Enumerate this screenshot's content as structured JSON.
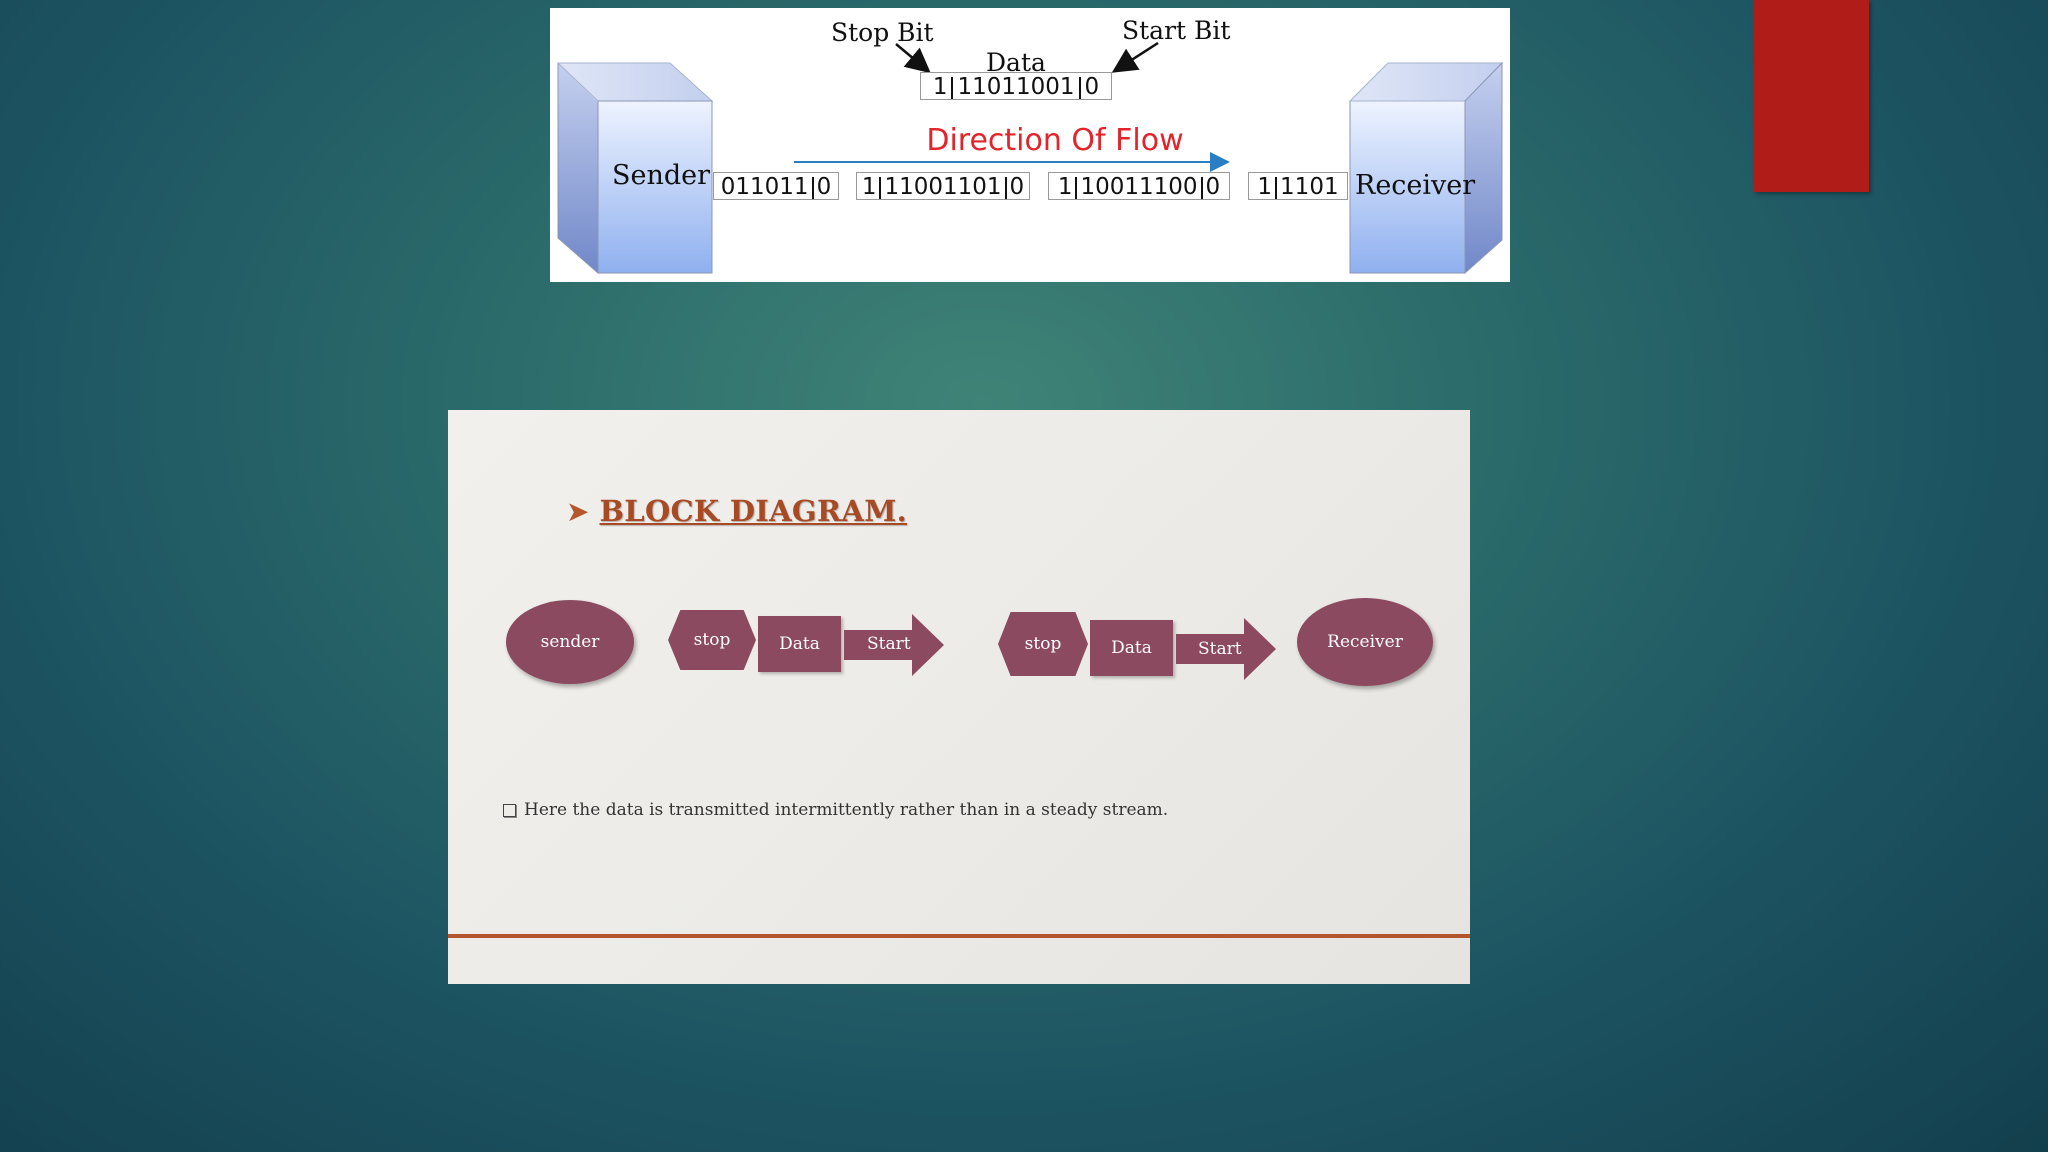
{
  "colors": {
    "background": "#1f5c63",
    "accent": "#b01c17",
    "flow_text": "#e3242b",
    "shape_fill": "#8c4a61",
    "heading": "#a84a23"
  },
  "top_diagram": {
    "stop_bit_label": "Stop Bit",
    "start_bit_label": "Start Bit",
    "data_label": "Data",
    "sample_frame": {
      "stop": "1",
      "data": "11011001",
      "start": "0"
    },
    "direction_label": "Direction Of Flow",
    "sender_label": "Sender",
    "receiver_label": "Receiver",
    "frames": [
      {
        "stop": "",
        "data": "011011",
        "start": "0"
      },
      {
        "stop": "1",
        "data": "11001101",
        "start": "0"
      },
      {
        "stop": "1",
        "data": "10011100",
        "start": "0"
      },
      {
        "stop": "1",
        "data": "1101",
        "start": ""
      }
    ]
  },
  "block_diagram": {
    "heading": "BLOCK DIAGRAM.",
    "sender": "sender",
    "receiver": "Receiver",
    "groups": [
      {
        "stop": "stop",
        "data": "Data",
        "start": "Start"
      },
      {
        "stop": "stop",
        "data": "Data",
        "start": "Start"
      }
    ],
    "bullet": "Here the data is transmitted intermittently rather than in a steady stream."
  }
}
